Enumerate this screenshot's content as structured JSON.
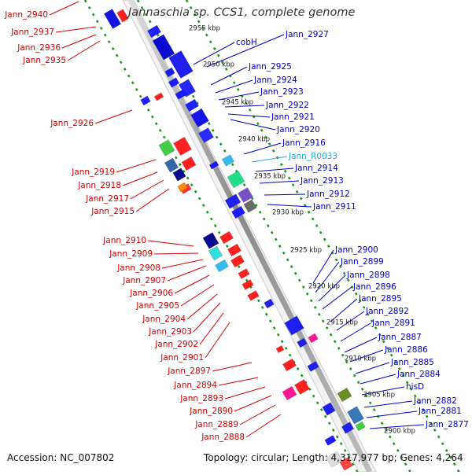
{
  "title": "Jannaschia sp. CCS1, complete genome",
  "footer": {
    "accession": "Accession: NC_007802",
    "topology": "Topology: circular; Length: 4,317,977 bp; Genes: 4,264"
  },
  "colors": {
    "left_label": "#d40000",
    "right_label": "#0000cc",
    "rna_label": "#22aadd",
    "tick_dots": "#119911",
    "backbone": "#888888"
  },
  "left_labels": [
    "Jann_2940",
    "Jann_2937",
    "Jann_2936",
    "Jann_2935",
    "Jann_2926",
    "Jann_2919",
    "Jann_2918",
    "Jann_2917",
    "Jann_2915",
    "Jann_2910",
    "Jann_2909",
    "Jann_2908",
    "Jann_2907",
    "Jann_2906",
    "Jann_2905",
    "Jann_2904",
    "Jann_2903",
    "Jann_2902",
    "Jann_2901",
    "Jann_2897",
    "Jann_2894",
    "Jann_2893",
    "Jann_2890",
    "Jann_2889",
    "Jann_2888"
  ],
  "right_labels": [
    "Jann_2927",
    "cobH",
    "Jann_2925",
    "Jann_2924",
    "Jann_2923",
    "Jann_2922",
    "Jann_2921",
    "Jann_2920",
    "Jann_2916",
    "Jann_R0033",
    "Jann_2914",
    "Jann_2913",
    "Jann_2912",
    "Jann_2911",
    "Jann_2900",
    "Jann_2899",
    "Jann_2898",
    "Jann_2896",
    "Jann_2895",
    "Jann_2892",
    "Jann_2891",
    "Jann_2887",
    "Jann_2886",
    "Jann_2885",
    "Jann_2884",
    "hisD",
    "Jann_2882",
    "Jann_2881",
    "Jann_2877"
  ],
  "scale_labels": [
    "2955 kbp",
    "2950 kbp",
    "2945 kbp",
    "2940 kbp",
    "2935 kbp",
    "2930 kbp",
    "2925 kbp",
    "2920 kbp",
    "2915 kbp",
    "2910 kbp",
    "2905 kbp",
    "2900 kbp"
  ]
}
